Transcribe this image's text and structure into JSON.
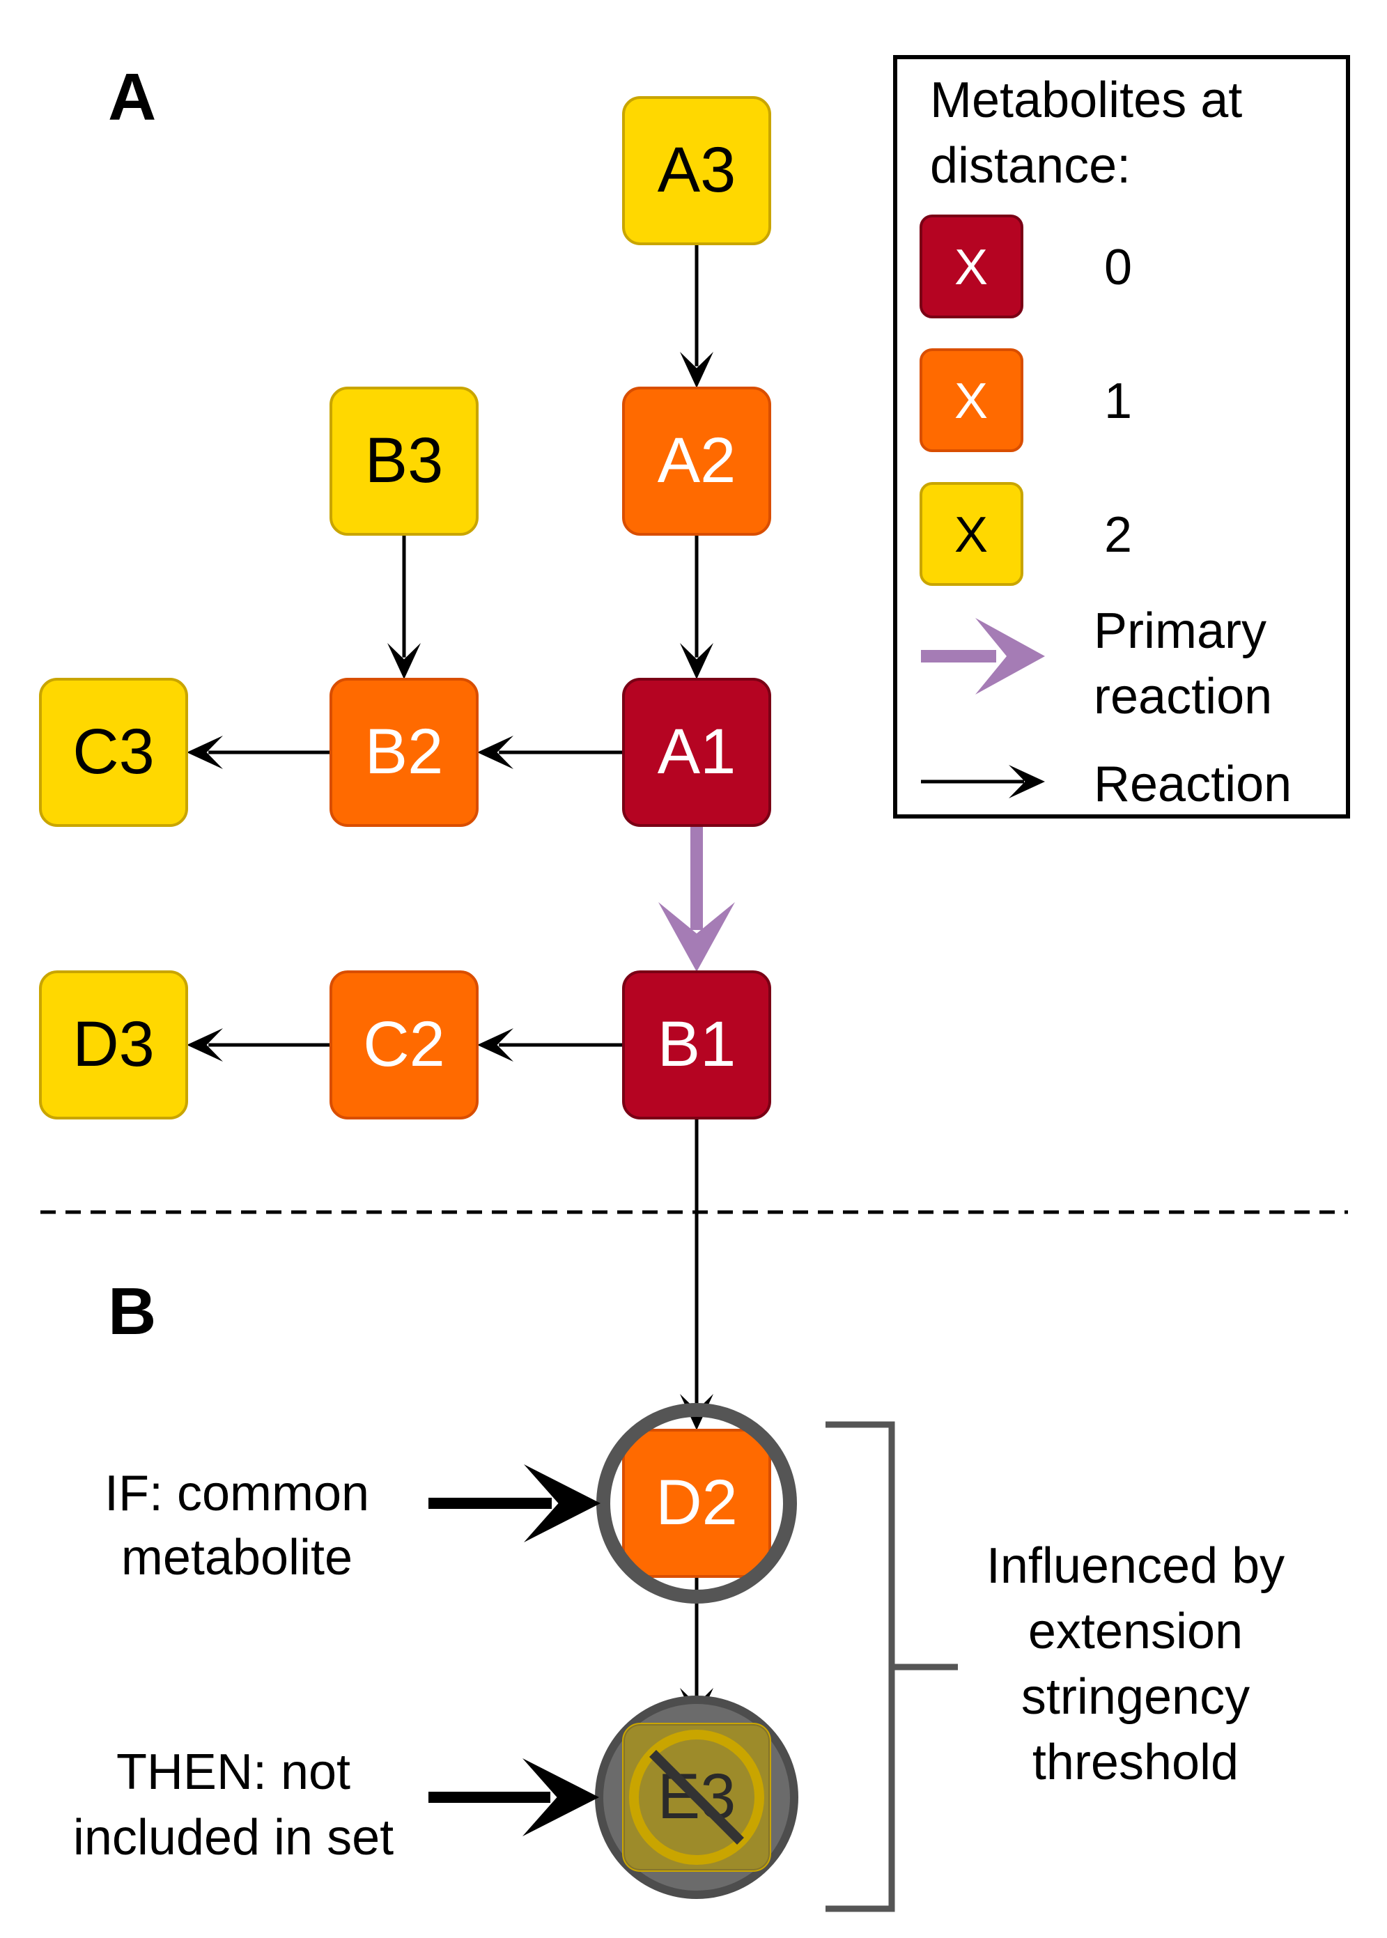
{
  "panel_labels": {
    "a": "A",
    "b": "B"
  },
  "colors": {
    "distance_0": "#b50422",
    "distance_1": "#ff6a00",
    "distance_2": "#ffd800",
    "primary_reaction": "#a57cb5",
    "reaction": "#000000",
    "excluded_overlay": "#4d4d4d"
  },
  "nodes": {
    "A3": {
      "label": "A3",
      "distance": 2
    },
    "A2": {
      "label": "A2",
      "distance": 1
    },
    "A1": {
      "label": "A1",
      "distance": 0
    },
    "B3": {
      "label": "B3",
      "distance": 2
    },
    "B2": {
      "label": "B2",
      "distance": 1
    },
    "B1": {
      "label": "B1",
      "distance": 0
    },
    "C3": {
      "label": "C3",
      "distance": 2
    },
    "C2": {
      "label": "C2",
      "distance": 1
    },
    "D3": {
      "label": "D3",
      "distance": 2
    },
    "D2": {
      "label": "D2",
      "distance": 1
    },
    "E3": {
      "label": "E3",
      "distance": 2
    }
  },
  "edges": [
    {
      "from": "A3",
      "to": "A2",
      "type": "reaction"
    },
    {
      "from": "A2",
      "to": "A1",
      "type": "reaction"
    },
    {
      "from": "B3",
      "to": "B2",
      "type": "reaction"
    },
    {
      "from": "A1",
      "to": "B2",
      "type": "reaction"
    },
    {
      "from": "B2",
      "to": "C3",
      "type": "reaction"
    },
    {
      "from": "A1",
      "to": "B1",
      "type": "primary"
    },
    {
      "from": "B1",
      "to": "C2",
      "type": "reaction"
    },
    {
      "from": "C2",
      "to": "D3",
      "type": "reaction"
    },
    {
      "from": "B1",
      "to": "D2",
      "type": "reaction"
    },
    {
      "from": "D2",
      "to": "E3",
      "type": "reaction"
    }
  ],
  "legend": {
    "title_line1": "Metabolites at",
    "title_line2": "distance:",
    "swatch_symbol": "X",
    "distance_0": "0",
    "distance_1": "1",
    "distance_2": "2",
    "primary_line1": "Primary",
    "primary_line2": "reaction",
    "reaction": "Reaction"
  },
  "annotations": {
    "if_line1": "IF: common",
    "if_line2": "metabolite",
    "then_line1": "THEN: not",
    "then_line2": "included in set",
    "influence_line1": "Influenced by",
    "influence_line2": "extension",
    "influence_line3": "stringency",
    "influence_line4": "threshold"
  }
}
